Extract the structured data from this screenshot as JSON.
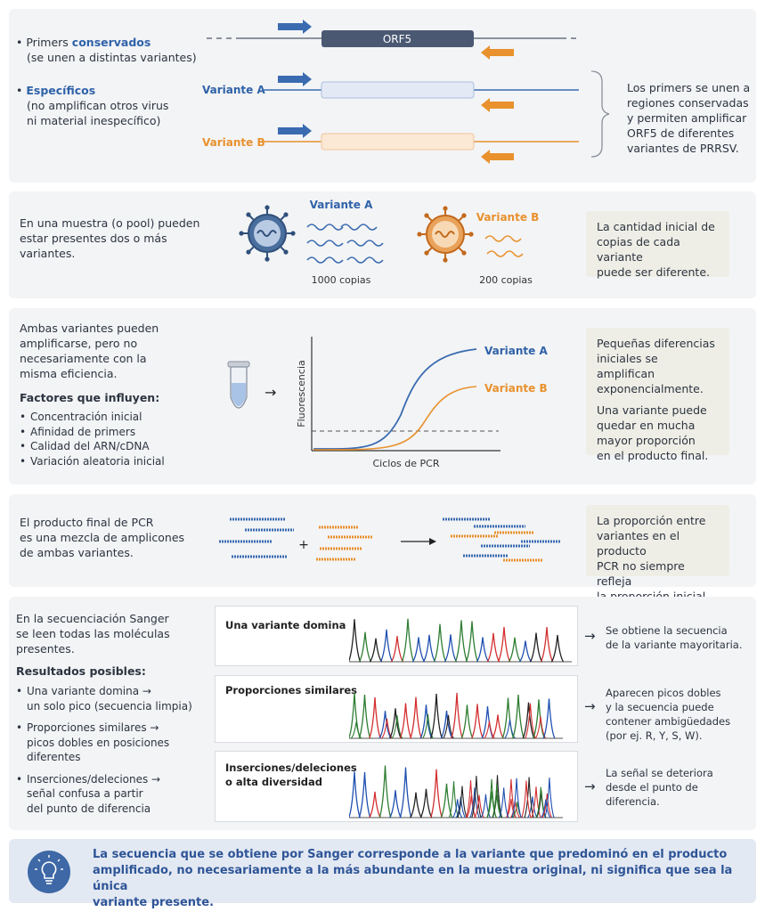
{
  "panel1": {
    "bullet1_pre": "Primers ",
    "bullet1_bold": "conservados",
    "bullet1_sub": "(se unen a distintas variantes)",
    "bullet2_bold": "Específicos",
    "bullet2_sub1": "(no amplifican otros virus",
    "bullet2_sub2": "ni material inespecífico)",
    "orf_label": "ORF5",
    "variant_a": "Variante A",
    "variant_b": "Variante B",
    "note": [
      "Los primers se unen a",
      "regiones conservadas",
      "y permiten amplificar",
      "ORF5 de diferentes",
      "variantes de PRRSV."
    ]
  },
  "panel2": {
    "text": [
      "En una muestra (o pool) pueden",
      "estar presentes dos o más",
      "variantes."
    ],
    "variant_a": "Variante A",
    "variant_b": "Variante B",
    "copies_a": "1000 copias",
    "copies_b": "200 copias",
    "note": [
      "La cantidad inicial de",
      "copias de cada variante",
      "puede ser diferente."
    ]
  },
  "panel3": {
    "text": [
      "Ambas variantes pueden",
      "amplificarse, pero no",
      "necesariamente con la",
      "misma eficiencia."
    ],
    "factors_title": "Factores que influyen:",
    "factors": [
      "Concentración inicial",
      "Afinidad de primers",
      "Calidad del ARN/cDNA",
      "Variación aleatoria inicial"
    ],
    "arrow": "→",
    "chart": {
      "ylabel": "Fluorescencia",
      "xlabel": "Ciclos de PCR",
      "series_a": "Variante A",
      "series_b": "Variante B"
    },
    "note1": [
      "Pequeñas diferencias",
      "iniciales se amplifican",
      "exponencialmente."
    ],
    "note2": [
      "Una variante puede",
      "quedar en mucha",
      "mayor proporción",
      "en el producto final."
    ]
  },
  "panel4": {
    "text": [
      "El producto final de PCR",
      "es una mezcla de amplicones",
      "de ambas variantes."
    ],
    "plus": "+",
    "note": [
      "La proporción entre",
      "variantes en el producto",
      "PCR no siempre refleja",
      "la proporción inicial."
    ]
  },
  "panel5": {
    "text": [
      "En la secuenciación Sanger",
      "se leen todas las moléculas",
      "presentes."
    ],
    "results_title": "Resultados posibles:",
    "results": [
      [
        "Una variante domina →",
        "un solo pico (secuencia limpia)"
      ],
      [
        "Proporciones similares →",
        "picos dobles en posiciones",
        "diferentes"
      ],
      [
        "Inserciones/deleciones →",
        "señal confusa a partir",
        "del punto de diferencia"
      ]
    ],
    "box1_title": [
      "Una variante domina"
    ],
    "box2_title": [
      "Proporciones similares"
    ],
    "box3_title": [
      "Inserciones/deleciones",
      "o alta diversidad"
    ],
    "arrow": "→",
    "out1": [
      "Se obtiene la secuencia",
      "de la variante mayoritaria."
    ],
    "out2": [
      "Aparecen picos dobles",
      "y la secuencia puede",
      "contener ambigüedades",
      "(por ej. R, Y, S, W)."
    ],
    "out3": [
      "La señal se deteriora",
      "desde el punto de",
      "diferencia."
    ]
  },
  "footer": {
    "text": [
      "La secuencia que se obtiene por Sanger corresponde a la variante que predominó en el producto",
      "amplificado, no necesariamente a la más abundante en la muestra original, ni significa que sea la única",
      "variante presente."
    ]
  },
  "colors": {
    "blue": "#2f62a8",
    "orange": "#e8912d",
    "dark": "#4a5568"
  },
  "icons": [
    "arrow-right-icon",
    "virus-icon",
    "wave-icon",
    "tube-icon",
    "lightbulb-icon"
  ]
}
